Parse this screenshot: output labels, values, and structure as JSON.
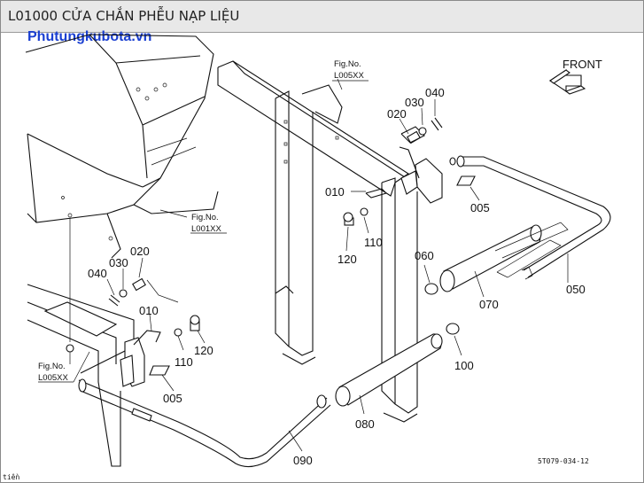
{
  "header": {
    "title": "L01000 CỬA CHẮN PHỄU NẠP LIỆU"
  },
  "watermark": "Phutungkubota.vn",
  "front_label": "FRONT",
  "figure_code": "5T079-034-12",
  "fig_refs": [
    {
      "line1": "Fig.No.",
      "line2": "L005XX"
    },
    {
      "line1": "Fig.No.",
      "line2": "L001XX"
    },
    {
      "line1": "Fig.No.",
      "line2": "L005XX"
    }
  ],
  "callouts": [
    "010",
    "020",
    "030",
    "040",
    "005",
    "110",
    "120",
    "060",
    "070",
    "050",
    "100",
    "080",
    "090",
    "040",
    "030",
    "020",
    "010",
    "110",
    "120",
    "005"
  ],
  "corner_mark": "tiền"
}
